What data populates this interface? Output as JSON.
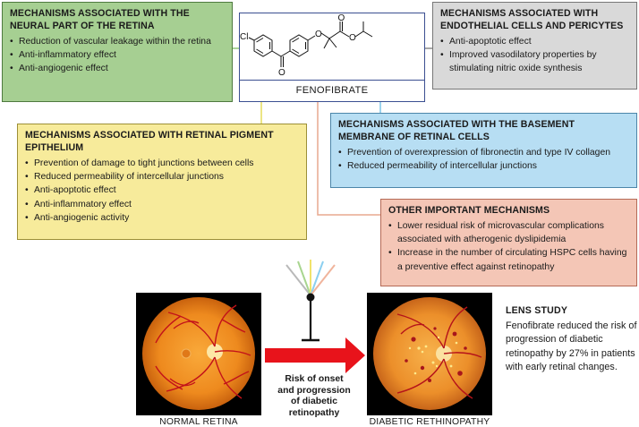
{
  "molecule": {
    "atom_cl": "Cl",
    "atom_o1": "O",
    "atom_o2": "O",
    "atom_o3": "O",
    "atom_o4": "O"
  },
  "center_label": "FENOFIBRATE",
  "boxes": {
    "neural": {
      "heading": [
        "MECHANISMS ASSOCIATED WITH THE",
        "NEURAL PART OF THE RETINA"
      ],
      "items": [
        "Reduction of vascular leakage within the retina",
        "Anti-inflammatory effect",
        "Anti-angiogenic effect"
      ],
      "color": "#a6cf92"
    },
    "endothelial": {
      "heading": [
        "MECHANISMS ASSOCIATED WITH",
        "ENDOTHELIAL CELLS AND PERICYTES"
      ],
      "items": [
        "Anti-apoptotic effect",
        "Improved vasodilatory properties by stimulating nitric oxide synthesis"
      ],
      "color": "#d9d9d9"
    },
    "rpe": {
      "heading": [
        "MECHANISMS ASSOCIATED WITH RETINAL PIGMENT",
        "EPITHELIUM"
      ],
      "items": [
        "Prevention of damage to tight junctions between cells",
        "Reduced permeability of intercellular junctions",
        "Anti-apoptotic effect",
        "Anti-inflammatory effect",
        "Anti-angiogenic activity"
      ],
      "color": "#f7eb9b"
    },
    "basement": {
      "heading": [
        "MECHANISMS ASSOCIATED WITH THE BASEMENT",
        "MEMBRANE OF RETINAL CELLS"
      ],
      "items": [
        "Prevention of overexpression of fibronectin and type IV collagen",
        "Reduced permeability of intercellular junctions"
      ],
      "color": "#b7def3"
    },
    "other": {
      "heading": [
        "OTHER IMPORTANT MECHANISMS"
      ],
      "items": [
        "Lower residual risk of microvascular complications associated with atherogenic dyslipidemia",
        "Increase in the number of circulating HSPC cells having a preventive effect against retinopathy"
      ],
      "color": "#f4c6b6"
    }
  },
  "captions": {
    "normal": "NORMAL RETINA",
    "diabetic": "DIABETIC RETHINOPATHY"
  },
  "risk": [
    "Risk of onset",
    "and progression",
    "of diabetic",
    "retinopathy"
  ],
  "lens": {
    "title": "LENS STUDY",
    "text": "Fenofibrate reduced the risk of progression of diabetic retinopathy by 27% in patients with early retinal changes."
  },
  "colors": {
    "arrow": "#e8131b",
    "green_line": "#8fc57a",
    "gray_line": "#8a8a8a",
    "yellow_line": "#e6dc5a",
    "blue_line": "#7cc6e8",
    "salmon_line": "#e9a88f",
    "inhibitor": "#111111"
  }
}
